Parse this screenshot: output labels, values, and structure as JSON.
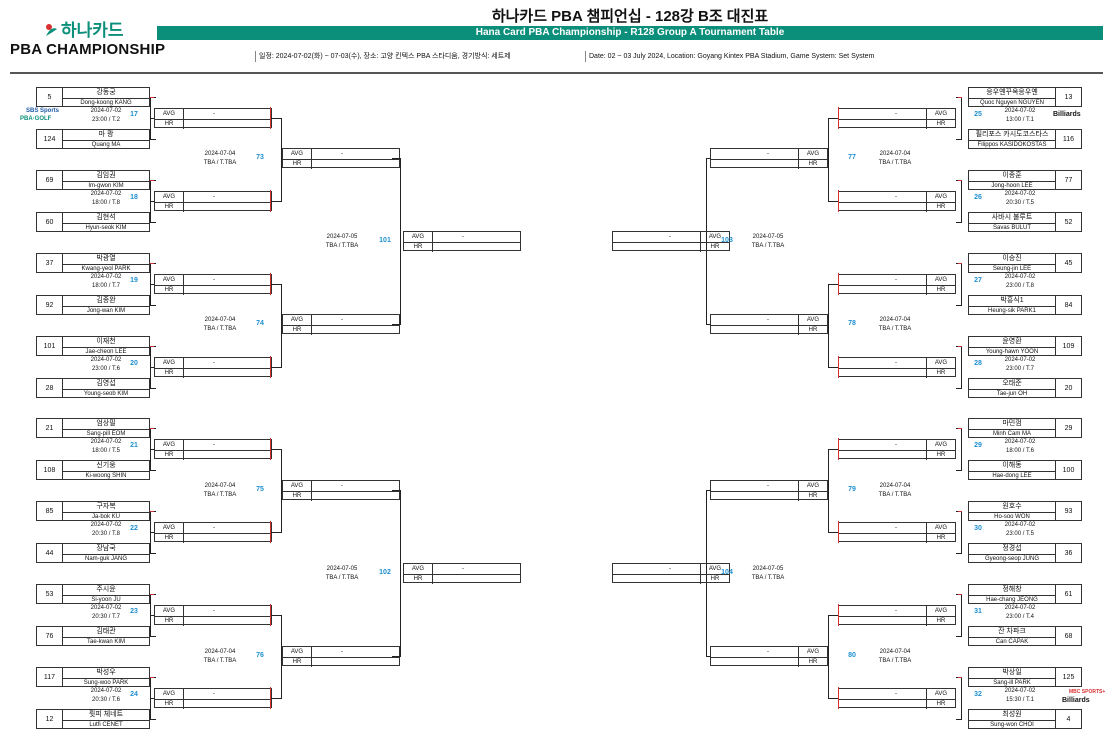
{
  "header": {
    "logo_ko": "하나카드",
    "logo_en": "PBA CHAMPIONSHIP",
    "title_ko": "하나카드 PBA 챔피언십 - 128강 B조 대진표",
    "title_en": "Hana Card PBA Championship - R128 Group A Tournament Table",
    "info_ko": "일정: 2024-07-02(화) ~ 07-03(수), 장소: 고양 킨텍스 PBA 스타디움, 경기방식: 세트제",
    "info_en": "Date: 02 ~ 03 July 2024, Location: Goyang Kintex PBA Stadium, Game System: Set System"
  },
  "labels": {
    "avg": "AVG",
    "hr": "HR",
    "dash": "-"
  },
  "sponsors": {
    "sbs": "SBS Sports",
    "pba_golf": "PBA·GOLF",
    "billiards": "Billiards",
    "mbc": "MBC SPORTS+"
  },
  "left_r128": [
    {
      "num": "17",
      "date": "2024-07-02",
      "time": "23:00 / T.2",
      "p1": {
        "seed": "5",
        "ko": "강동궁",
        "en": "Dong-koong KANG"
      },
      "p2": {
        "seed": "124",
        "ko": "마 쾅",
        "en": "Quang MA"
      }
    },
    {
      "num": "18",
      "date": "2024-07-02",
      "time": "18:00 / T.8",
      "p1": {
        "seed": "69",
        "ko": "김임권",
        "en": "Im-gwon KIM"
      },
      "p2": {
        "seed": "60",
        "ko": "김현석",
        "en": "Hyun-seok KIM"
      }
    },
    {
      "num": "19",
      "date": "2024-07-02",
      "time": "18:00 / T.7",
      "p1": {
        "seed": "37",
        "ko": "박광열",
        "en": "Kwang-yeol PARK"
      },
      "p2": {
        "seed": "92",
        "ko": "김종완",
        "en": "Jong-wan KIM"
      }
    },
    {
      "num": "20",
      "date": "2024-07-02",
      "time": "23:00 / T.6",
      "p1": {
        "seed": "101",
        "ko": "이재천",
        "en": "Jae-cheon LEE"
      },
      "p2": {
        "seed": "28",
        "ko": "김영섭",
        "en": "Young-seob KIM"
      }
    },
    {
      "num": "21",
      "date": "2024-07-02",
      "time": "18:00 / T.5",
      "p1": {
        "seed": "21",
        "ko": "엄상필",
        "en": "Sang-pill EOM"
      },
      "p2": {
        "seed": "108",
        "ko": "신기웅",
        "en": "Ki-woong SHIN"
      }
    },
    {
      "num": "22",
      "date": "2024-07-02",
      "time": "20:30 / T.8",
      "p1": {
        "seed": "85",
        "ko": "구자복",
        "en": "Ja-bok KU"
      },
      "p2": {
        "seed": "44",
        "ko": "장남국",
        "en": "Nam-guk JANG"
      }
    },
    {
      "num": "23",
      "date": "2024-07-02",
      "time": "20:30 / T.7",
      "p1": {
        "seed": "53",
        "ko": "주시윤",
        "en": "Si-yoon JU"
      },
      "p2": {
        "seed": "76",
        "ko": "김태관",
        "en": "Tae-kwan KIM"
      }
    },
    {
      "num": "24",
      "date": "2024-07-02",
      "time": "20:30 / T.6",
      "p1": {
        "seed": "117",
        "ko": "박성우",
        "en": "Sung-woo PARK"
      },
      "p2": {
        "seed": "12",
        "ko": "륏피 체네트",
        "en": "Lutfi CENET"
      }
    }
  ],
  "right_r128": [
    {
      "num": "25",
      "date": "2024-07-02",
      "time": "13:00 / T.1",
      "p1": {
        "seed": "13",
        "ko": "응우옌꾸옥응우옌",
        "en": "Quoc Nguyen NGUYEN"
      },
      "p2": {
        "seed": "116",
        "ko": "필리포스 카시도코스타스",
        "en": "Filippos KASIDOKOSTAS"
      }
    },
    {
      "num": "26",
      "date": "2024-07-02",
      "time": "20:30 / T.5",
      "p1": {
        "seed": "77",
        "ko": "이종훈",
        "en": "Jong-hoon LEE"
      },
      "p2": {
        "seed": "52",
        "ko": "사바시 불루트",
        "en": "Savas BULUT"
      }
    },
    {
      "num": "27",
      "date": "2024-07-02",
      "time": "23:00 / T.8",
      "p1": {
        "seed": "45",
        "ko": "이승진",
        "en": "Seung-jin LEE"
      },
      "p2": {
        "seed": "84",
        "ko": "박흥식1",
        "en": "Heung-sik PARK1"
      }
    },
    {
      "num": "28",
      "date": "2024-07-02",
      "time": "23:00 / T.7",
      "p1": {
        "seed": "109",
        "ko": "윤영환",
        "en": "Young-hawn YOON"
      },
      "p2": {
        "seed": "20",
        "ko": "오태준",
        "en": "Tae-jun OH"
      }
    },
    {
      "num": "29",
      "date": "2024-07-02",
      "time": "18:00 / T.6",
      "p1": {
        "seed": "29",
        "ko": "마민껌",
        "en": "Minh Cam MA"
      },
      "p2": {
        "seed": "100",
        "ko": "이해동",
        "en": "Hae-dong LEE"
      }
    },
    {
      "num": "30",
      "date": "2024-07-02",
      "time": "23:00 / T.5",
      "p1": {
        "seed": "93",
        "ko": "원호수",
        "en": "Ho-soo WON"
      },
      "p2": {
        "seed": "36",
        "ko": "정경섭",
        "en": "Gyeong-seop JUNG"
      }
    },
    {
      "num": "31",
      "date": "2024-07-02",
      "time": "23:00 / T.4",
      "p1": {
        "seed": "61",
        "ko": "정해창",
        "en": "Hae-chang JEONG"
      },
      "p2": {
        "seed": "68",
        "ko": "잔 차파크",
        "en": "Can CAPAK"
      }
    },
    {
      "num": "32",
      "date": "2024-07-02",
      "time": "15:30 / T.1",
      "p1": {
        "seed": "125",
        "ko": "박상일",
        "en": "Sang-ill PARK"
      },
      "p2": {
        "seed": "4",
        "ko": "최성원",
        "en": "Sung-won CHOI"
      }
    }
  ],
  "left_r64": [
    {
      "num": "73",
      "date": "2024-07-04",
      "time": "TBA / T.TBA"
    },
    {
      "num": "74",
      "date": "2024-07-04",
      "time": "TBA / T.TBA"
    },
    {
      "num": "75",
      "date": "2024-07-04",
      "time": "TBA / T.TBA"
    },
    {
      "num": "76",
      "date": "2024-07-04",
      "time": "TBA / T.TBA"
    }
  ],
  "right_r64": [
    {
      "num": "77",
      "date": "2024-07-04",
      "time": "TBA / T.TBA"
    },
    {
      "num": "78",
      "date": "2024-07-04",
      "time": "TBA / T.TBA"
    },
    {
      "num": "79",
      "date": "2024-07-04",
      "time": "TBA / T.TBA"
    },
    {
      "num": "80",
      "date": "2024-07-04",
      "time": "TBA / T.TBA"
    }
  ],
  "left_r32": [
    {
      "num": "101",
      "date": "2024-07-05",
      "time": "TBA / T.TBA"
    },
    {
      "num": "102",
      "date": "2024-07-05",
      "time": "TBA / T.TBA"
    }
  ],
  "right_r32": [
    {
      "num": "103",
      "date": "2024-07-05",
      "time": "TBA / T.TBA"
    },
    {
      "num": "104",
      "date": "2024-07-05",
      "time": "TBA / T.TBA"
    }
  ]
}
